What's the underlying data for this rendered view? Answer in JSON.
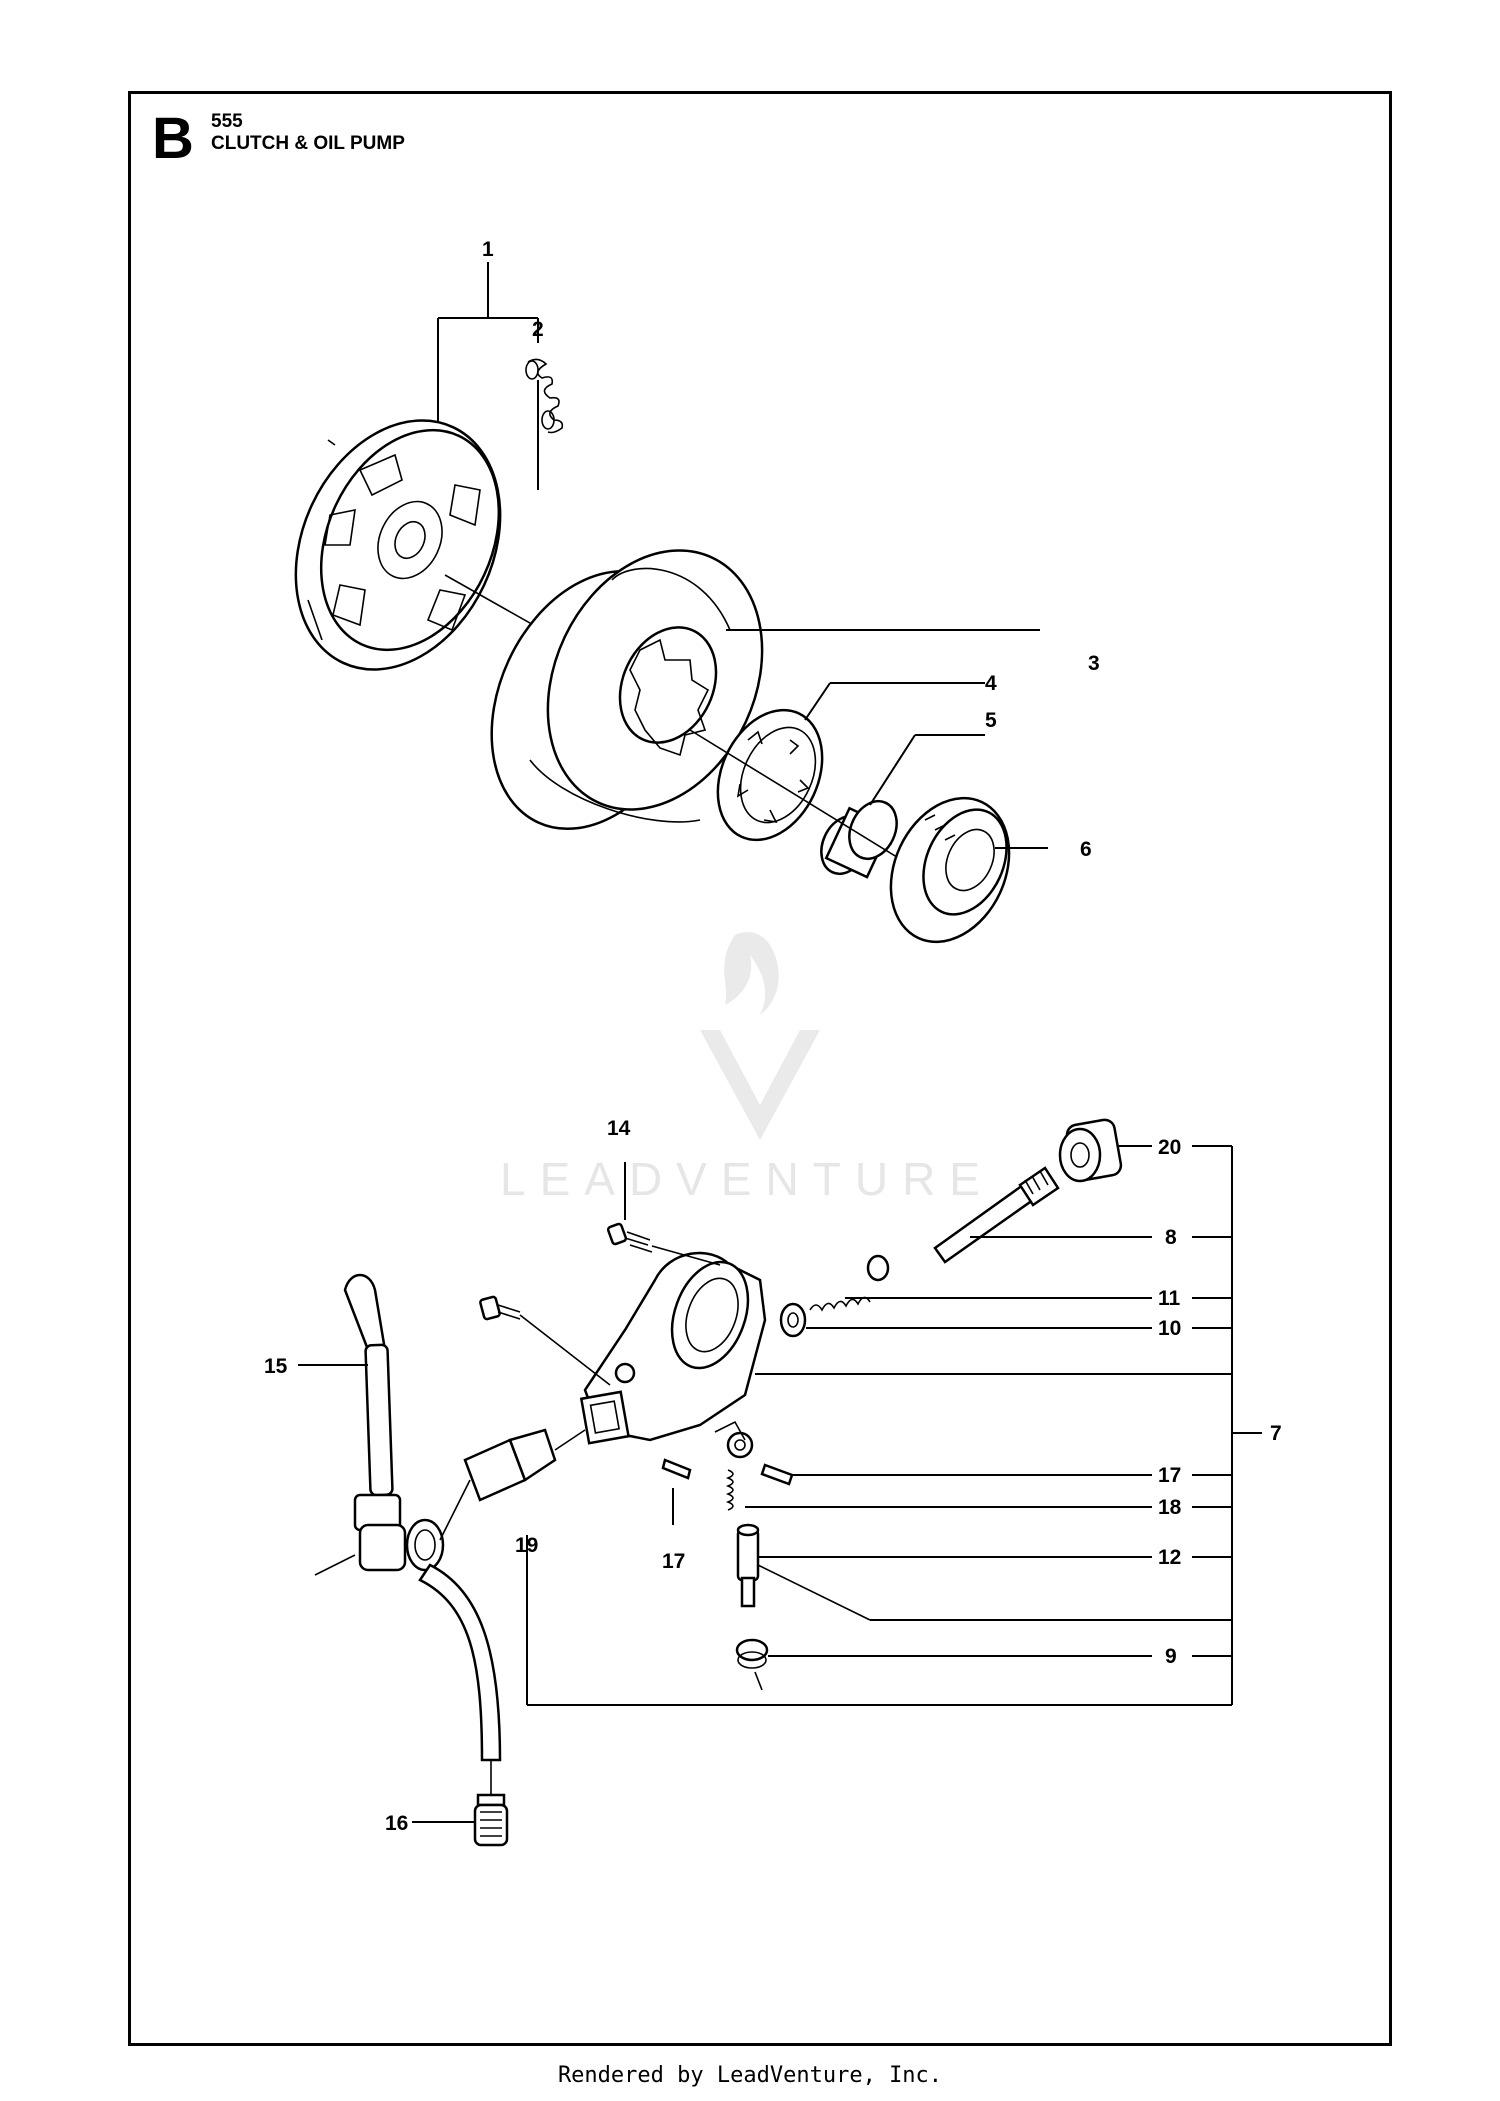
{
  "header": {
    "section_letter": "B",
    "model": "555",
    "title": "CLUTCH & OIL PUMP"
  },
  "watermark": {
    "text": "LEADVENTURE",
    "color": "#e4e4e4"
  },
  "callouts": {
    "c1": "1",
    "c2": "2",
    "c3": "3",
    "c4": "4",
    "c5": "5",
    "c6": "6",
    "c7": "7",
    "c8": "8",
    "c9": "9",
    "c10": "10",
    "c11": "11",
    "c12": "12",
    "c14": "14",
    "c15": "15",
    "c16": "16",
    "c17a": "17",
    "c17b": "17",
    "c18": "18",
    "c19": "19",
    "c20": "20"
  },
  "footer": {
    "text": "Rendered by LeadVenture, Inc."
  }
}
